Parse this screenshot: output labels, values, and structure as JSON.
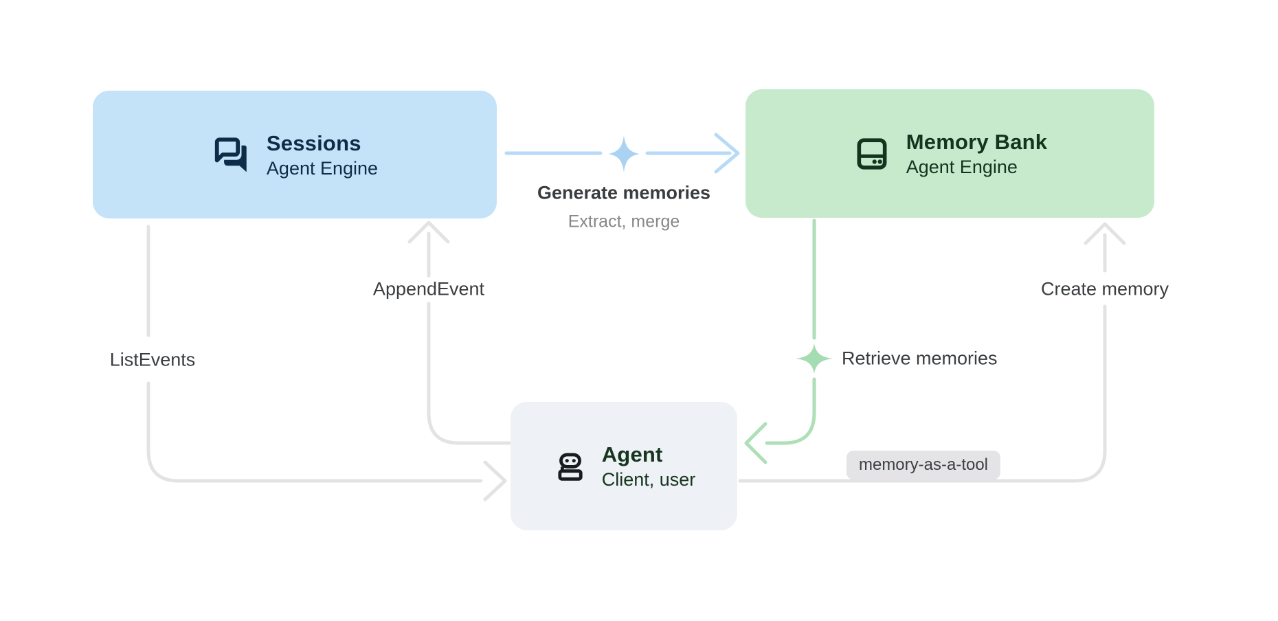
{
  "diagram": {
    "nodes": {
      "sessions": {
        "title": "Sessions",
        "subtitle": "Agent Engine",
        "icon": "chat-bubbles-icon",
        "bg": "#C4E3F8",
        "fg": "#0D2C47"
      },
      "memory_bank": {
        "title": "Memory Bank",
        "subtitle": "Agent Engine",
        "icon": "storage-icon",
        "bg": "#C7EACD",
        "fg": "#12351E"
      },
      "agent": {
        "title": "Agent",
        "subtitle": "Client, user",
        "icon": "robot-icon",
        "bg": "#EEF1F5",
        "fg": "#16351F"
      }
    },
    "edges": {
      "generate_memories": {
        "label": "Generate memories",
        "sublabel": "Extract, merge",
        "color": "#B6DAF7",
        "sparkle_color": "#A9D2F3",
        "from": "Sessions",
        "to": "Memory Bank"
      },
      "append_event": {
        "label": "AppendEvent",
        "color": "#E3E3E4",
        "from": "Agent",
        "to": "Sessions"
      },
      "list_events": {
        "label": "ListEvents",
        "color": "#E3E3E4",
        "from": "Sessions",
        "to": "Agent"
      },
      "retrieve_memories": {
        "label": "Retrieve memories",
        "color": "#AEDFB7",
        "sparkle_color": "#A6DCB1",
        "from": "Memory Bank",
        "to": "Agent"
      },
      "create_memory": {
        "label": "Create memory",
        "color": "#E3E3E4",
        "from": "Agent",
        "to": "Memory Bank",
        "badge": "memory-as-a-tool",
        "badge_bg": "#E4E4E6"
      }
    },
    "label_color": "#3A3D40",
    "sublabel_color": "#85878A",
    "background": "#FFFFFF"
  }
}
